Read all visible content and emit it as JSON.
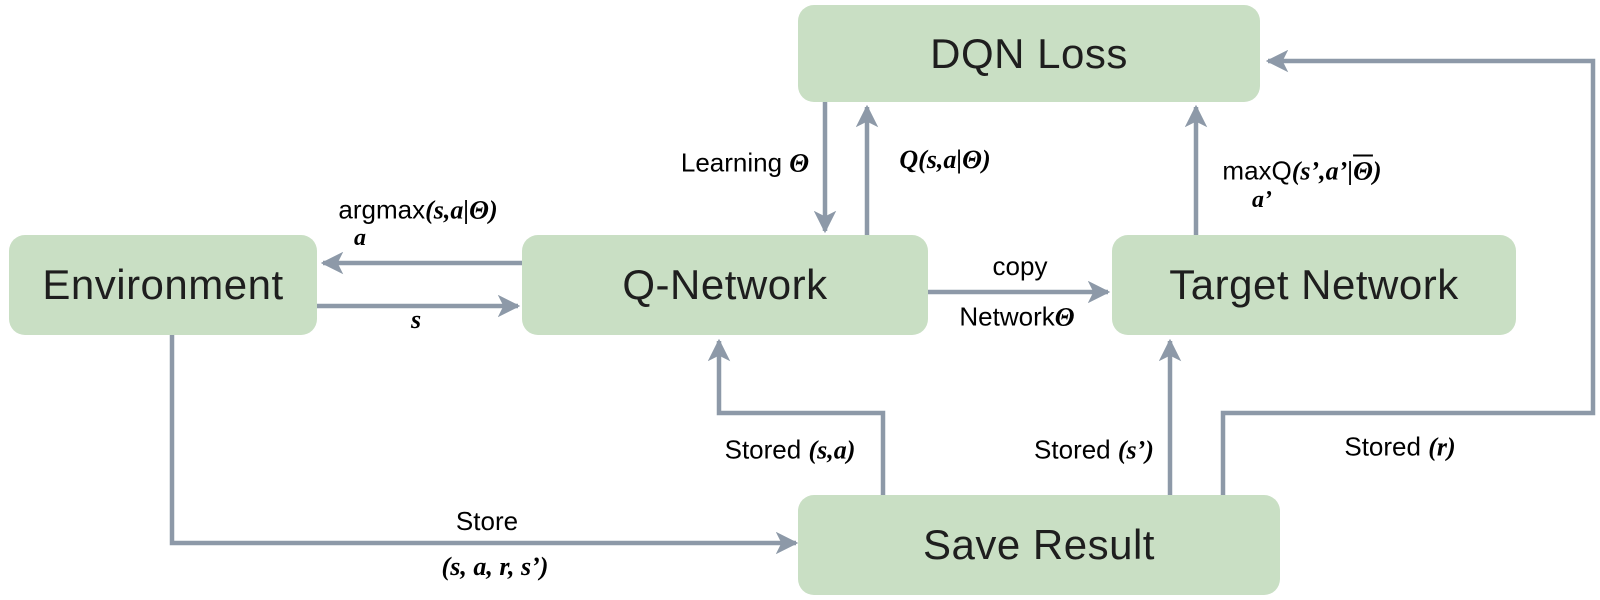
{
  "nodes": {
    "dqn_loss": {
      "label": "DQN Loss"
    },
    "environment": {
      "label": "Environment"
    },
    "q_network": {
      "label": "Q-Network"
    },
    "target_network": {
      "label": "Target Network"
    },
    "save_result": {
      "label": "Save Result"
    }
  },
  "edges": {
    "learning": {
      "text": "Learning ",
      "math": "Θ"
    },
    "q_value": {
      "math": "Q(s,a|Θ)"
    },
    "max_q": {
      "text": "maxQ",
      "math_pre": "(s’,a’|",
      "theta_bar": "Θ",
      "math_post": ")",
      "sub": "a’"
    },
    "argmax": {
      "text": "argmax",
      "math": "(s,a|Θ)",
      "sub": "a"
    },
    "state": {
      "math": "s"
    },
    "copy": {
      "line1": "copy",
      "line2_text": "Network",
      "line2_math": "Θ"
    },
    "stored_sa": {
      "text": "Stored ",
      "math": "(s,a)"
    },
    "stored_s2": {
      "text": "Stored ",
      "math": "(s’)"
    },
    "stored_r": {
      "text": "Stored ",
      "math": "(r)"
    },
    "store": {
      "line1": "Store",
      "line2": "(s, a, r, s’)"
    }
  },
  "colors": {
    "node_fill": "#c9dfc4",
    "arrow": "#8d99a8",
    "text": "#000000"
  }
}
